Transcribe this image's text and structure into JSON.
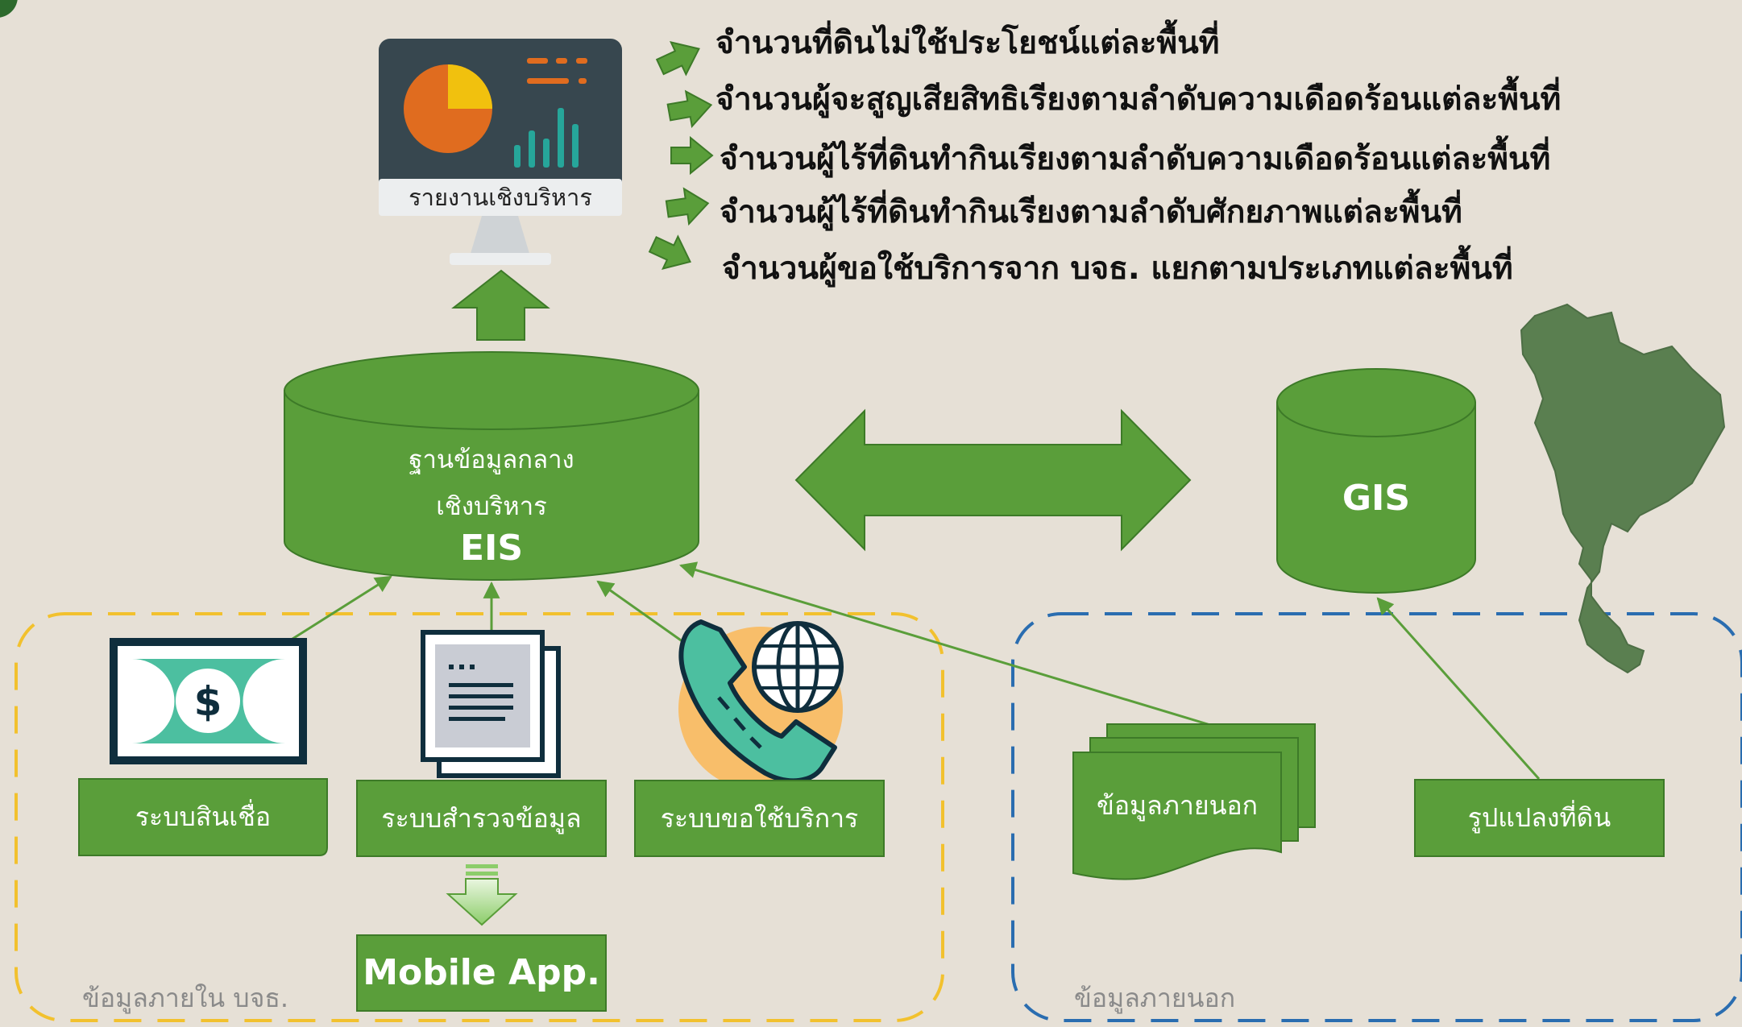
{
  "report": {
    "monitor_label": "รายงานเชิงบริหาร"
  },
  "bullets": [
    "จำนวนที่ดินไม่ใช้ประโยชน์แต่ละพื้นที่",
    "จำนวนผู้จะสูญเสียสิทธิเรียงตามลำดับความเดือดร้อนแต่ละพื้นที่",
    "จำนวนผู้ไร้ที่ดินทำกินเรียงตามลำดับความเดือดร้อนแต่ละพื้นที่",
    "จำนวนผู้ไร้ที่ดินทำกินเรียงตามลำดับศักยภาพแต่ละพื้นที่",
    "จำนวนผู้ขอใช้บริการจาก บจธ. แยกตามประเภทแต่ละพื้นที่"
  ],
  "eis_db": {
    "line1": "ฐานข้อมูลกลาง",
    "line2": "เชิงบริหาร",
    "code": "EIS"
  },
  "gis_db": {
    "code": "GIS"
  },
  "internal": {
    "group_label": "ข้อมูลภายใน บจธ.",
    "credit_system": "ระบบสินเชื่อ",
    "survey_system": "ระบบสำรวจข้อมูล",
    "service_system": "ระบบขอใช้บริการ",
    "mobile_app": "Mobile App."
  },
  "external": {
    "group_label": "ข้อมูลภายนอก",
    "external_data": "ข้อมูลภายนอก",
    "land_parcels": "รูปแปลงที่ดิน"
  },
  "colors": {
    "background": "#e6e0d6",
    "green": "#5a9e3a",
    "dark_green": "#3d7a28",
    "map_green": "#5a7f50",
    "internal_border": "#f2c12e",
    "external_border": "#2a6db0"
  }
}
